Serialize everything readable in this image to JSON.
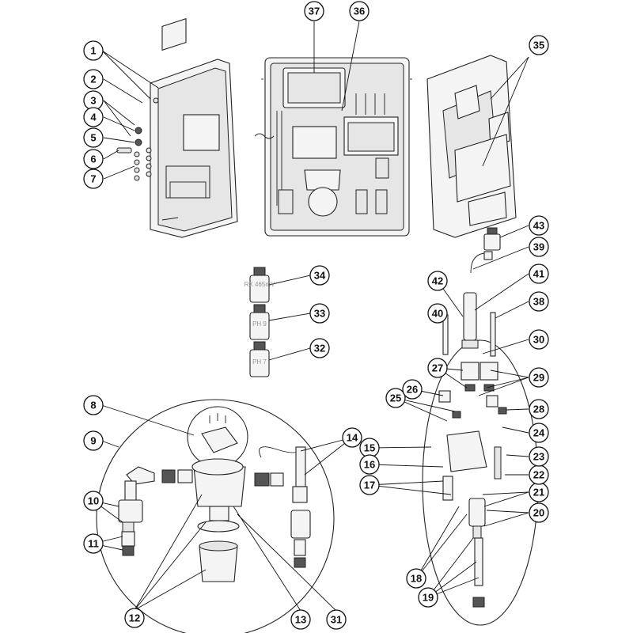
{
  "callouts": [
    "1",
    "2",
    "3",
    "4",
    "5",
    "6",
    "7",
    "8",
    "9",
    "10",
    "11",
    "12",
    "13",
    "14",
    "15",
    "16",
    "17",
    "18",
    "19",
    "20",
    "21",
    "22",
    "23",
    "24",
    "25",
    "26",
    "27",
    "28",
    "29",
    "30",
    "31",
    "32",
    "33",
    "34",
    "35",
    "36",
    "37",
    "38",
    "39",
    "40",
    "41",
    "42",
    "43"
  ],
  "bottles": {
    "rx": "RX 465mV",
    "ph9": "PH 9",
    "ph7": "PH 7"
  }
}
